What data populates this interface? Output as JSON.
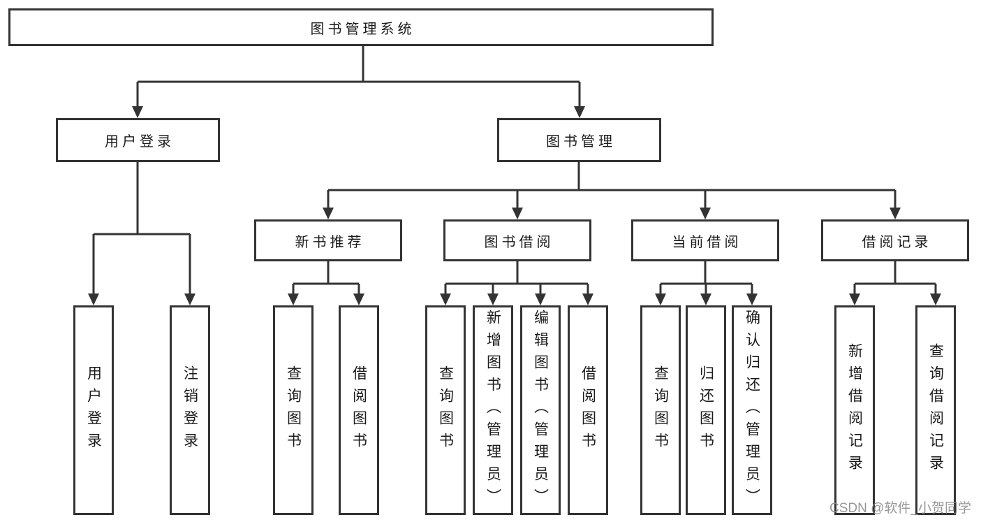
{
  "diagram_type": "tree",
  "tree": {
    "label": "图书管理系统",
    "children": [
      {
        "label": "用户登录",
        "children": [
          {
            "label": "用户登录"
          },
          {
            "label": "注销登录"
          }
        ]
      },
      {
        "label": "图书管理",
        "children": [
          {
            "label": "新书推荐",
            "children": [
              {
                "label": "查询图书"
              },
              {
                "label": "借阅图书"
              }
            ]
          },
          {
            "label": "图书借阅",
            "children": [
              {
                "label": "查询图书"
              },
              {
                "label": "新增图书（管理员）"
              },
              {
                "label": "编辑图书（管理员）"
              },
              {
                "label": "借阅图书"
              }
            ]
          },
          {
            "label": "当前借阅",
            "children": [
              {
                "label": "查询图书"
              },
              {
                "label": "归还图书"
              },
              {
                "label": "确认归还（管理员）"
              }
            ]
          },
          {
            "label": "借阅记录",
            "children": [
              {
                "label": "新增借阅记录"
              },
              {
                "label": "查询借阅记录"
              }
            ]
          }
        ]
      }
    ]
  },
  "watermark": {
    "text": "CSDN @软件_小贺同学"
  },
  "colors": {
    "line": "#333333",
    "box_border": "#333333",
    "box_fill": "#ffffff",
    "text": "#1a1a1a",
    "watermark": "#8c8c8c",
    "background": "#ffffff"
  }
}
